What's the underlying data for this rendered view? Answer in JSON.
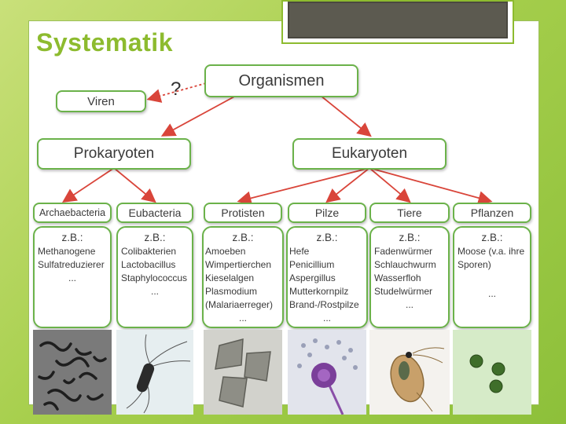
{
  "title": "Systematik",
  "root": "Organismen",
  "unknown_mark": "?",
  "viren": "Viren",
  "level2": [
    "Prokaryoten",
    "Eukaryoten"
  ],
  "groups": [
    {
      "name": "Archaebacteria",
      "hdr": "z.B.:",
      "items": [
        "Methanogene",
        "Sulfatreduzierer"
      ],
      "dots": "..."
    },
    {
      "name": "Eubacteria",
      "hdr": "z.B.:",
      "items": [
        "Colibakterien",
        "Lactobacillus",
        "Staphylococcus"
      ],
      "dots": "..."
    },
    {
      "name": "Protisten",
      "hdr": "z.B.:",
      "items": [
        "Amoeben",
        "Wimpertierchen",
        "Kieselalgen",
        "Plasmodium",
        "(Malariaerreger)"
      ],
      "dots": "..."
    },
    {
      "name": "Pilze",
      "hdr": "z.B.:",
      "items": [
        "Hefe",
        "Penicillium",
        "Aspergillus",
        "Mutterkornpilz",
        "Brand-/Rostpilze"
      ],
      "dots": "..."
    },
    {
      "name": "Tiere",
      "hdr": "z.B.:",
      "items": [
        "Fadenwürmer",
        "Schlauchwurm",
        "Wasserfloh",
        "Studelwürmer"
      ],
      "dots": "..."
    },
    {
      "name": "Pflanzen",
      "hdr": "z.B.:",
      "items": [
        "Moose (v.a. ihre",
        "Sporen)"
      ],
      "dots": "..."
    }
  ],
  "colors": {
    "box_border": "#6bb24a",
    "arrow": "#d9453a",
    "title": "#8dbb2f"
  },
  "photos": [
    "archaea-micrograph",
    "bacterium-micrograph",
    "diatom-micrograph",
    "aspergillus-micrograph",
    "water-flea-photo",
    "moss-spores-photo"
  ]
}
